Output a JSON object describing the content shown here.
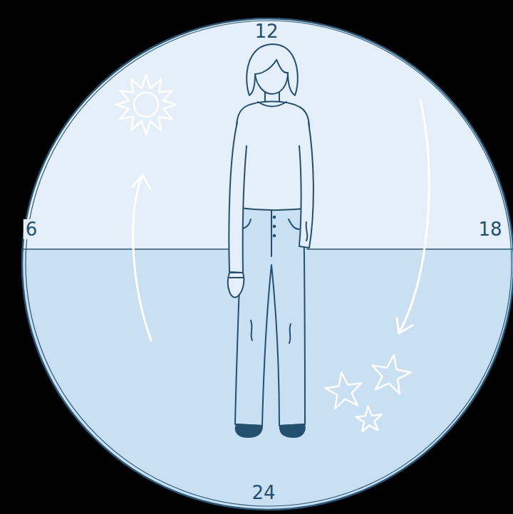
{
  "diagram": {
    "labels": [
      "12",
      "6",
      "18",
      "24"
    ]
  }
}
